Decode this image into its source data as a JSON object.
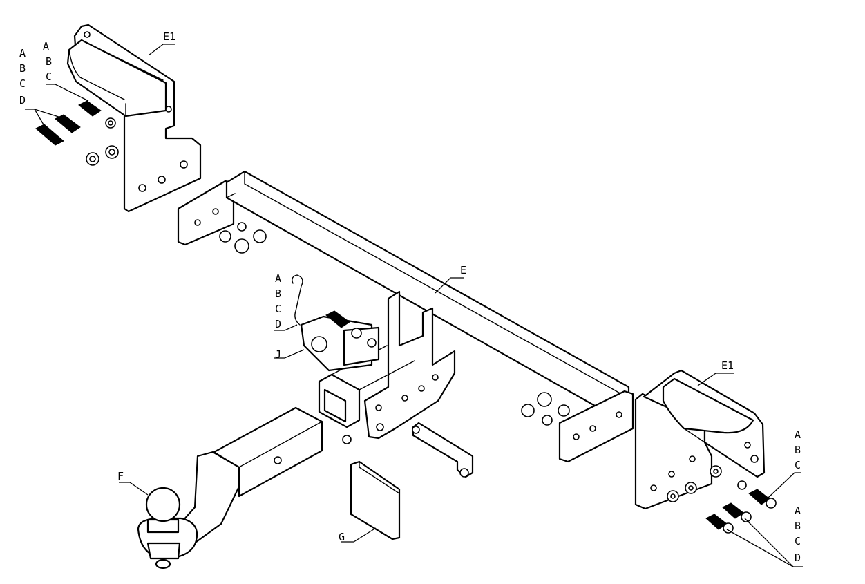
{
  "diagram": {
    "labels": {
      "e1_left": "E1",
      "e1_right": "E1",
      "e": "E",
      "f": "F",
      "g": "G",
      "j": "J",
      "abc_top_left": [
        "A",
        "B",
        "C"
      ],
      "abcd_top_left": [
        "A",
        "B",
        "C",
        "D"
      ],
      "abcd_center": [
        "A",
        "B",
        "C",
        "D"
      ],
      "abc_right": [
        "A",
        "B",
        "C"
      ],
      "abcd_right": [
        "A",
        "B",
        "C",
        "D"
      ]
    }
  }
}
